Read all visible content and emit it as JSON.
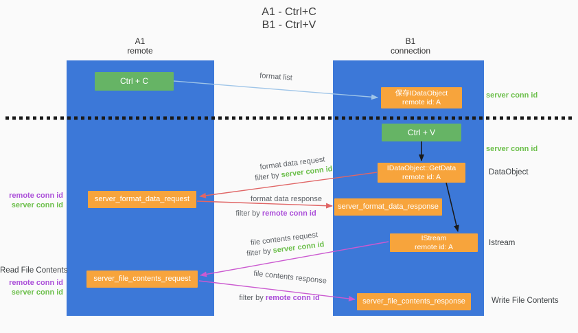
{
  "title": {
    "line1": "A1 - Ctrl+C",
    "line2": "B1 - Ctrl+V"
  },
  "lanes": {
    "left": {
      "name": "A1",
      "subtitle": "remote"
    },
    "right": {
      "name": "B1",
      "subtitle": "connection"
    }
  },
  "nodes": {
    "ctrl_c": {
      "label": "Ctrl + C"
    },
    "save_dataobject": {
      "line1": "保存IDataObject",
      "line2": "remote id: A"
    },
    "ctrl_v": {
      "label": "Ctrl + V"
    },
    "getdata": {
      "line1": "IDataObject::GetData",
      "line2": "remote id: A"
    },
    "format_request": {
      "label": "server_format_data_request"
    },
    "format_response": {
      "label": "server_format_data_response"
    },
    "istream": {
      "line1": "IStream",
      "line2": "remote id: A"
    },
    "file_request": {
      "label": "server_file_contents_request"
    },
    "file_response": {
      "label": "server_file_contents_response"
    }
  },
  "edge_labels": {
    "format_list": "format list",
    "format_data_request": "format data request",
    "format_data_response": "format data response",
    "file_contents_request": "file contents request",
    "file_contents_response": "file contents response"
  },
  "terms": {
    "filter_by": "filter by ",
    "server_conn_id": "server conn id",
    "remote_conn_id": "remote conn id"
  },
  "side_labels": {
    "dataobject": "DataObject",
    "istream": "Istream",
    "write_file_contents": "Write File Contents",
    "read_file_contents": "Read File Contents"
  },
  "colors": {
    "lane_blue": "#3c78d8",
    "node_green": "#66b465",
    "node_orange": "#f7a43c",
    "arrow_light_blue": "#9fc5e8",
    "arrow_red": "#e06666",
    "arrow_magenta": "#cb5ad0",
    "arrow_black": "#1a1a1a",
    "text_green": "#6cbf4b",
    "text_purple": "#ab4fd9"
  }
}
